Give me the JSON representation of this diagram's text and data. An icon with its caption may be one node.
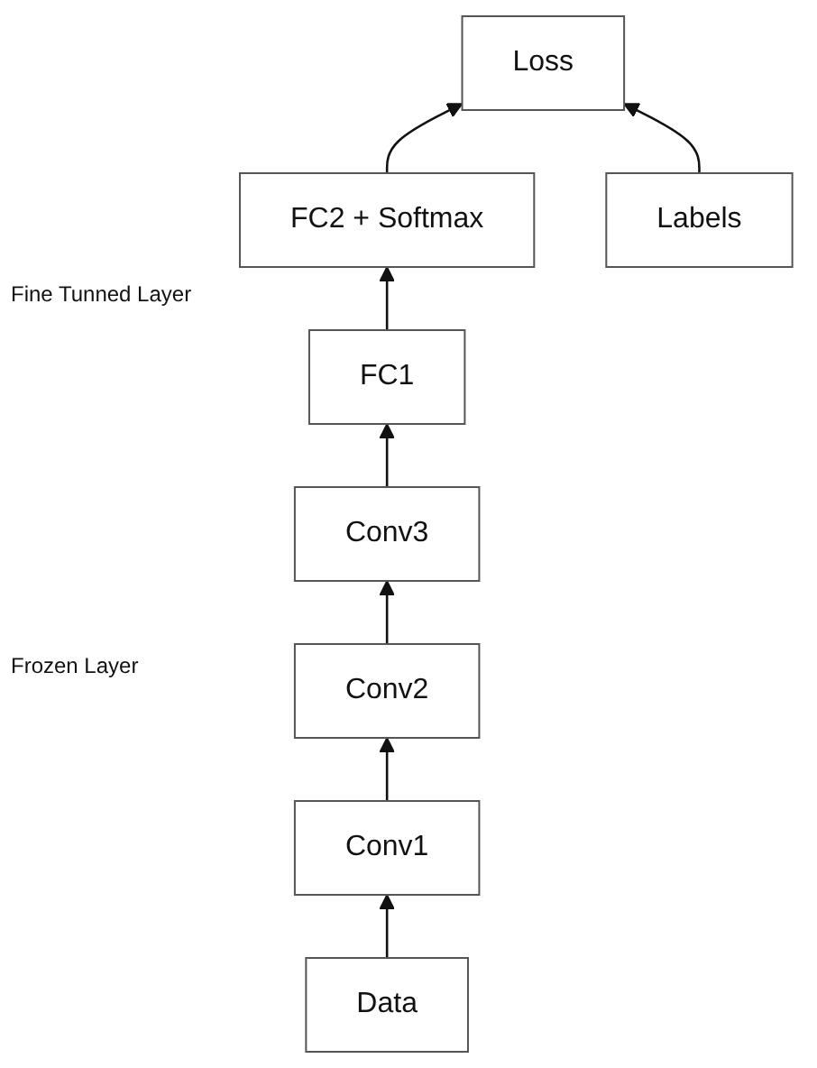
{
  "diagram": {
    "nodes": [
      {
        "text": [
          "Loss"
        ]
      },
      {
        "text": [
          "FC2 + Softmax"
        ]
      },
      {
        "text": [
          "FC1"
        ]
      },
      {
        "text": [
          "Conv3"
        ]
      },
      {
        "text": [
          "Conv2"
        ]
      },
      {
        "text": [
          "Conv1"
        ]
      },
      {
        "text": [
          "Data"
        ]
      },
      {
        "text": [
          "Labels"
        ]
      }
    ],
    "edges": [
      {
        "from": 1,
        "to": 0,
        "arrow": "to"
      },
      {
        "from": 2,
        "to": 1,
        "arrow": "to"
      },
      {
        "from": 3,
        "to": 2,
        "arrow": "to"
      },
      {
        "from": 4,
        "to": 3,
        "arrow": "to"
      },
      {
        "from": 5,
        "to": 4,
        "arrow": "to"
      },
      {
        "from": 6,
        "to": 5,
        "arrow": "to"
      },
      {
        "from": 7,
        "to": 0,
        "arrow": "to"
      }
    ],
    "labels": [
      "Fine Tunned Layer",
      "Frozen Layer"
    ]
  }
}
